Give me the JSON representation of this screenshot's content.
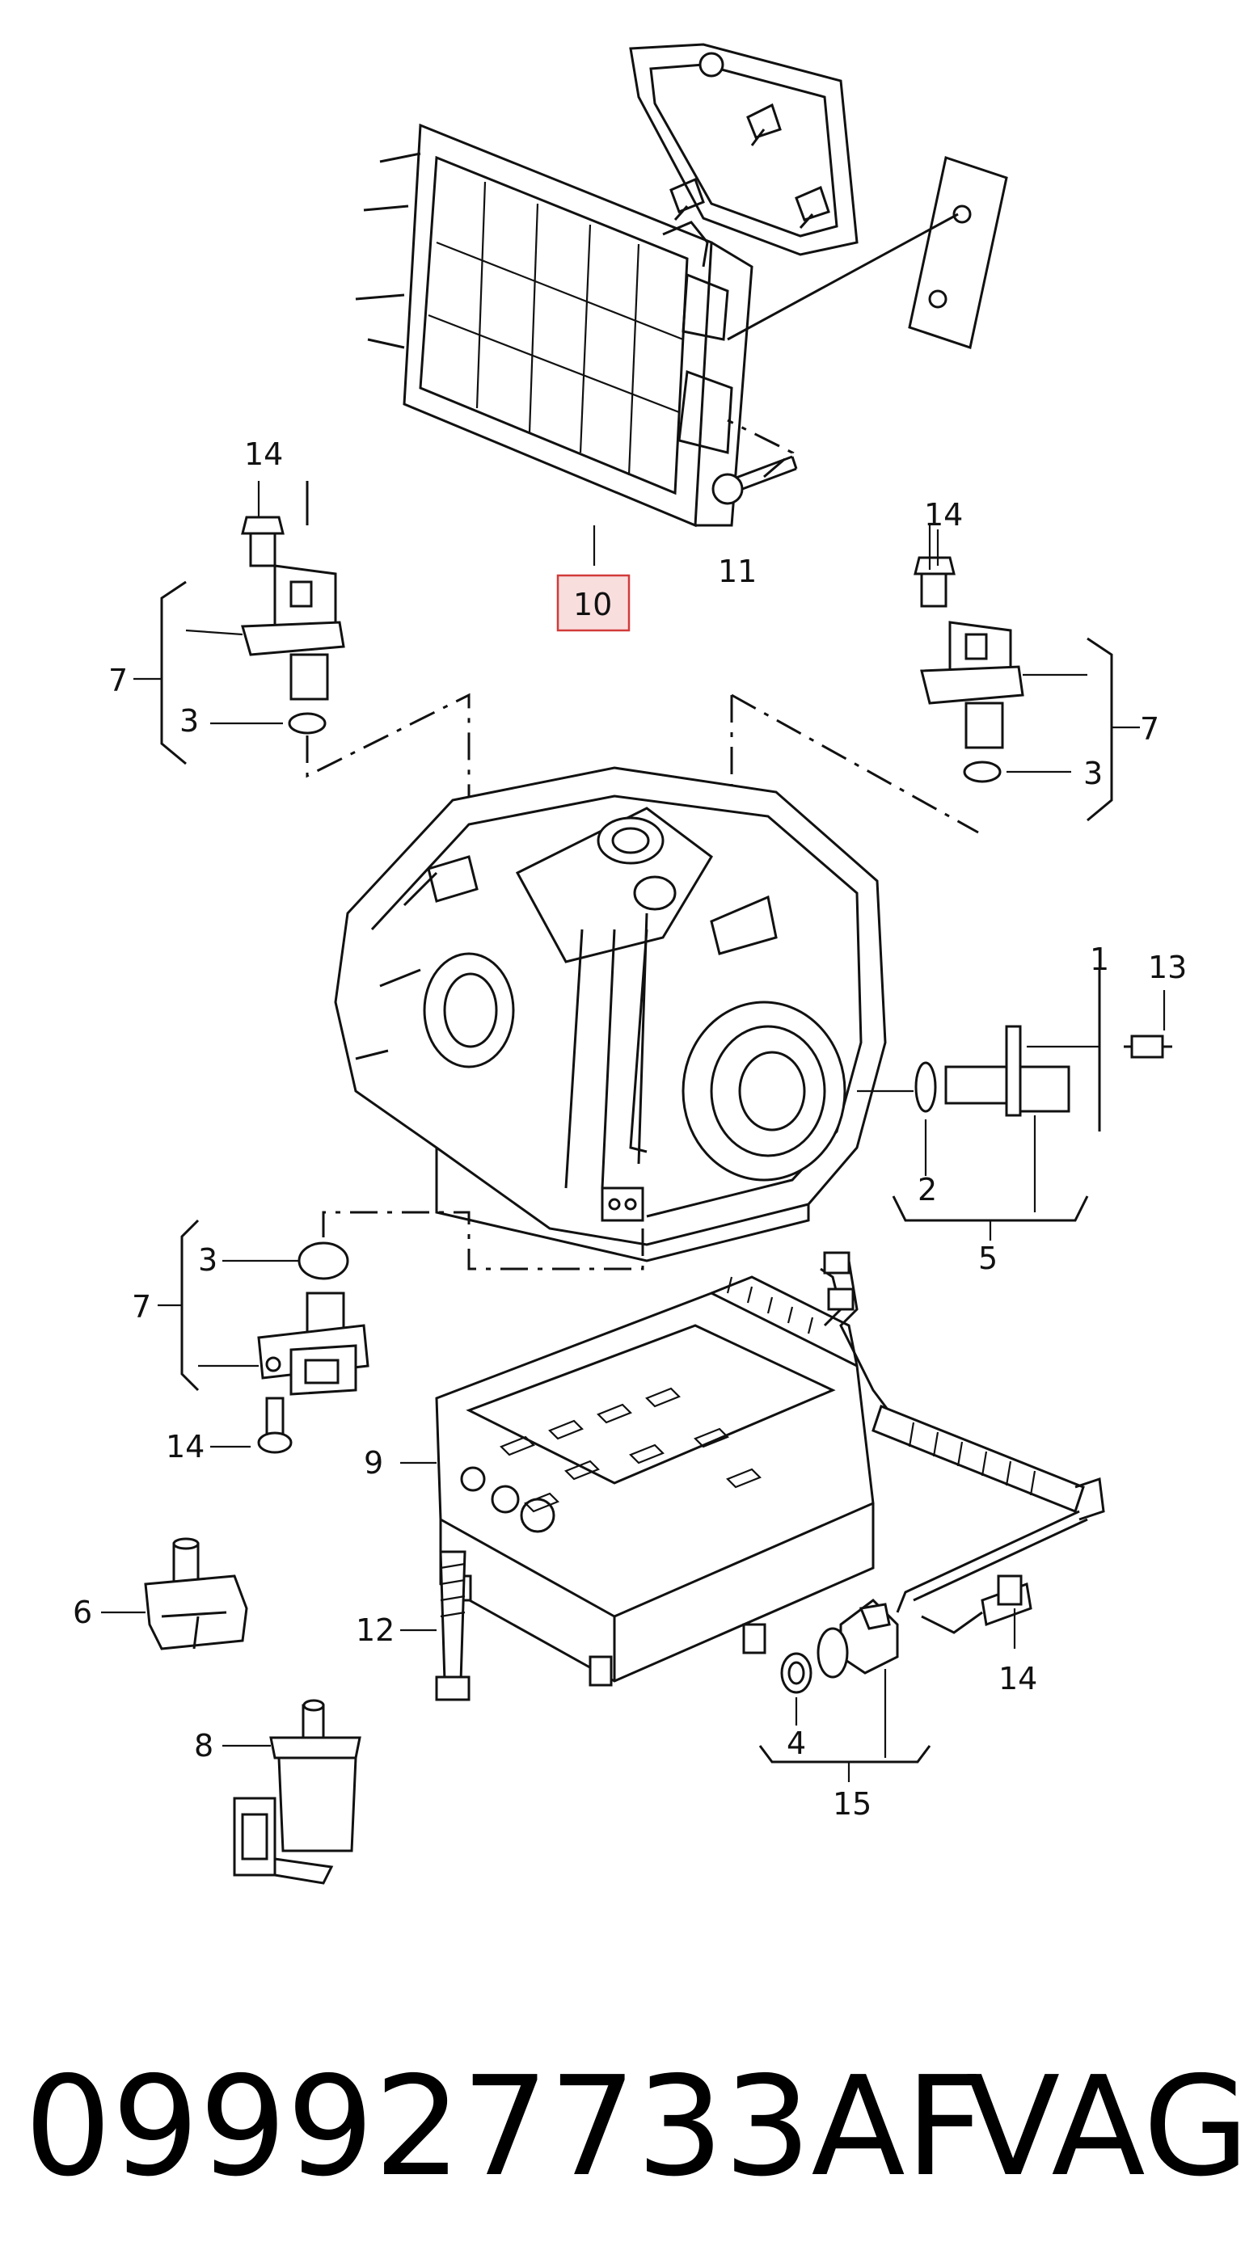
{
  "labels": {
    "l1": "1",
    "l2": "2",
    "l3a": "3",
    "l3b": "3",
    "l3c": "3",
    "l4": "4",
    "l5": "5",
    "l6": "6",
    "l7a": "7",
    "l7b": "7",
    "l7c": "7",
    "l8": "8",
    "l9": "9",
    "l10": "10",
    "l11": "11",
    "l12": "12",
    "l13": "13",
    "l14a": "14",
    "l14b": "14",
    "l14c": "14",
    "l14d": "14",
    "l15": "15"
  },
  "highlighted_label": "10",
  "caption": {
    "part_number": "099927733AF",
    "brand": "VAG"
  },
  "colors": {
    "line": "#111111",
    "highlight_fill": "#f9dede",
    "highlight_border": "#d23a3a"
  }
}
